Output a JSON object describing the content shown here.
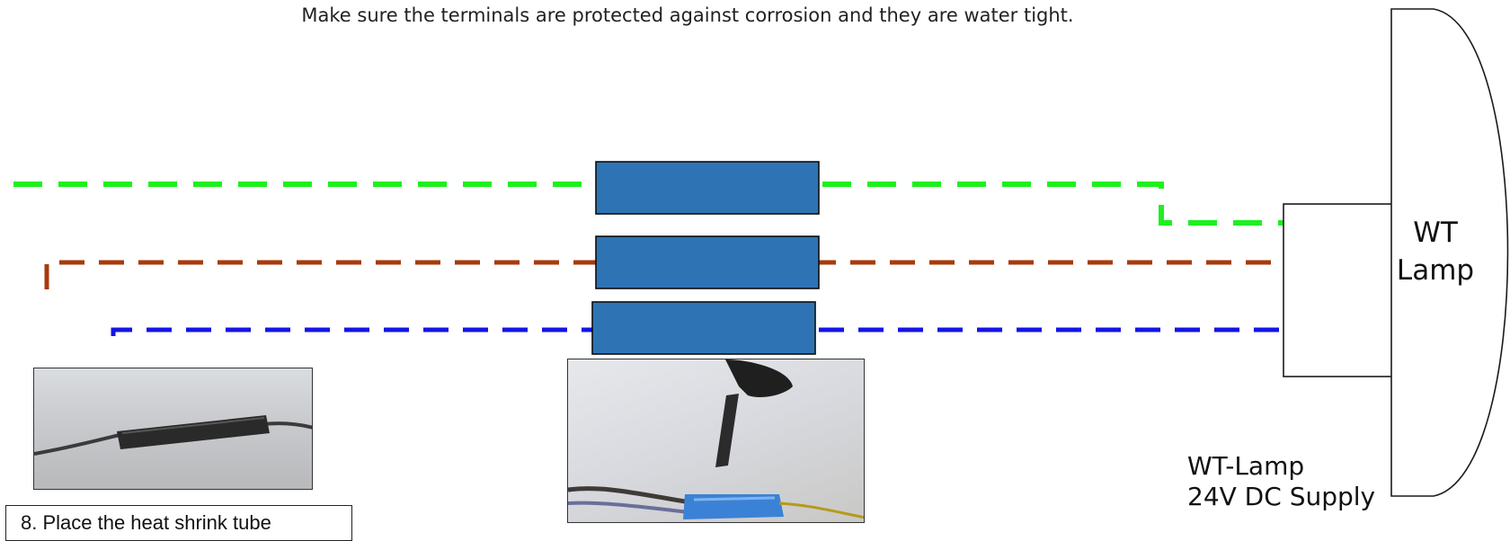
{
  "caption": "Make sure the terminals are protected against corrosion and they are water tight.",
  "lamp": {
    "line1": "WT",
    "line2": "Lamp"
  },
  "supply": {
    "line1": "WT-Lamp",
    "line2": "24V DC Supply"
  },
  "step_note": "8. Place the heat shrink tube",
  "colors": {
    "green_wire": "#1ef01e",
    "brown_wire": "#a83a0c",
    "blue_wire": "#1414e6",
    "shrink_tube": "#2e74b5",
    "shrink_tube_border": "#0e0e0e",
    "outline": "#1a1a1a"
  }
}
